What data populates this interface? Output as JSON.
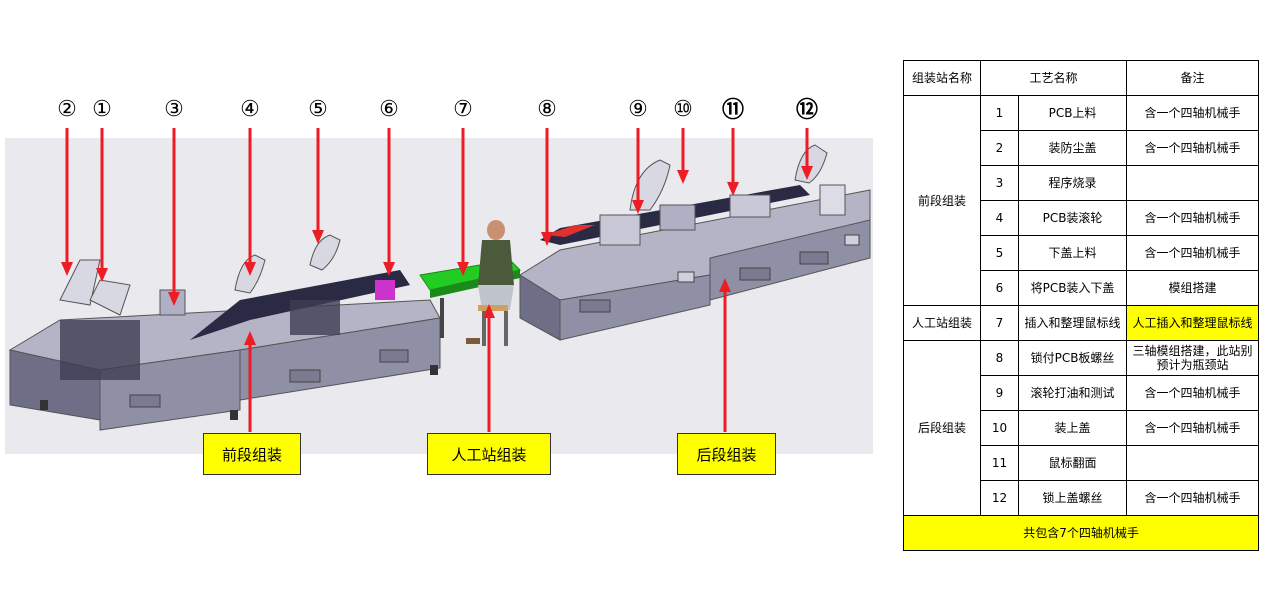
{
  "station_numbers": [
    "②",
    "①",
    "③",
    "④",
    "⑤",
    "⑥",
    "⑦",
    "⑧",
    "⑨",
    "⑩",
    "⑪",
    "⑫"
  ],
  "callouts": {
    "front": "前段组装",
    "manual": "人工站组装",
    "back": "后段组装"
  },
  "colors": {
    "arrow": "#ee1c24",
    "highlight": "#ffff00",
    "machine_body": "#8f8fa6",
    "machine_dark": "#3d3d52",
    "conveyor_green": "#22cc22",
    "background_panel": "#e9e9ee"
  },
  "table": {
    "headers": [
      "组装站名称",
      "工艺名称",
      "备注"
    ],
    "groups": [
      {
        "name": "前段组装",
        "rows": [
          {
            "no": "1",
            "process": "PCB上料",
            "note": "含一个四轴机械手"
          },
          {
            "no": "2",
            "process": "装防尘盖",
            "note": "含一个四轴机械手"
          },
          {
            "no": "3",
            "process": "程序烧录",
            "note": ""
          },
          {
            "no": "4",
            "process": "PCB装滚轮",
            "note": "含一个四轴机械手"
          },
          {
            "no": "5",
            "process": "下盖上料",
            "note": "含一个四轴机械手"
          },
          {
            "no": "6",
            "process": "将PCB装入下盖",
            "note": "模组搭建"
          }
        ]
      },
      {
        "name": "人工站组装",
        "rows": [
          {
            "no": "7",
            "process": "插入和整理鼠标线",
            "note": "人工插入和整理鼠标线",
            "note_highlight": true
          }
        ]
      },
      {
        "name": "后段组装",
        "rows": [
          {
            "no": "8",
            "process": "锁付PCB板螺丝",
            "note": "三轴模组搭建，此站别预计为瓶颈站"
          },
          {
            "no": "9",
            "process": "滚轮打油和测试",
            "note": "含一个四轴机械手"
          },
          {
            "no": "10",
            "process": "装上盖",
            "note": "含一个四轴机械手"
          },
          {
            "no": "11",
            "process": "鼠标翻面",
            "note": ""
          },
          {
            "no": "12",
            "process": "锁上盖螺丝",
            "note": "含一个四轴机械手"
          }
        ]
      }
    ],
    "footer": "共包含7个四轴机械手"
  }
}
